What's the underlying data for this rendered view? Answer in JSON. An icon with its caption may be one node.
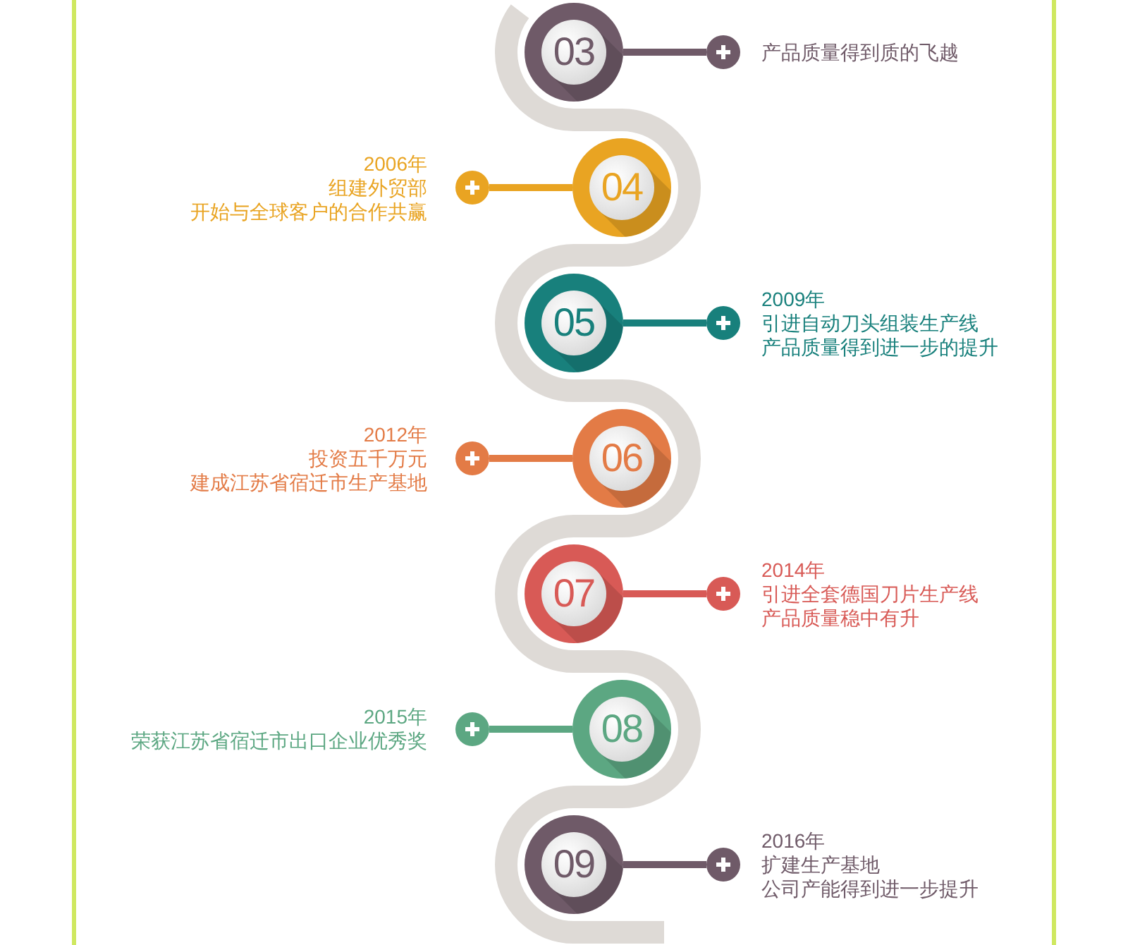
{
  "diagram": {
    "nodes": [
      {
        "text": [
          "03"
        ]
      },
      {
        "text": [],
        "shape": "circle",
        "beside": [
          "产品质量得到质的飞越"
        ]
      },
      {
        "text": [
          "04"
        ]
      },
      {
        "text": [],
        "shape": "circle",
        "beside": [
          "2006年",
          "组建外贸部",
          "开始与全球客户的合作共赢"
        ]
      },
      {
        "text": [
          "05"
        ]
      },
      {
        "text": [],
        "shape": "circle",
        "beside": [
          "2009年",
          "引进自动刀头组装生产线",
          "产品质量得到进一步的提升"
        ]
      },
      {
        "text": [
          "06"
        ]
      },
      {
        "text": [],
        "shape": "circle",
        "beside": [
          "2012年",
          "投资五千万元",
          "建成江苏省宿迁市生产基地"
        ]
      },
      {
        "text": [
          "07"
        ]
      },
      {
        "text": [],
        "shape": "circle",
        "beside": [
          "2014年",
          "引进全套德国刀片生产线",
          "产品质量稳中有升"
        ]
      },
      {
        "text": [
          "08"
        ]
      },
      {
        "text": [],
        "shape": "circle",
        "beside": [
          "2015年",
          "荣获江苏省宿迁市出口企业优秀奖"
        ]
      },
      {
        "text": [
          "09"
        ]
      },
      {
        "text": [],
        "shape": "circle",
        "beside": [
          "2016年",
          "扩建生产基地",
          "公司产能得到进一步提升"
        ]
      }
    ],
    "edges": [
      {
        "from": 0,
        "to": 1,
        "arrow": "none",
        "color": "#6f5a68"
      },
      {
        "from": 2,
        "to": 3,
        "arrow": "none",
        "color": "#e9a422"
      },
      {
        "from": 4,
        "to": 5,
        "arrow": "none",
        "color": "#18807c"
      },
      {
        "from": 6,
        "to": 7,
        "arrow": "none",
        "color": "#e37b46"
      },
      {
        "from": 8,
        "to": 9,
        "arrow": "none",
        "color": "#d85a56"
      },
      {
        "from": 10,
        "to": 11,
        "arrow": "none",
        "color": "#5ca782"
      },
      {
        "from": 12,
        "to": 13,
        "arrow": "none",
        "color": "#6f5a68"
      }
    ]
  }
}
